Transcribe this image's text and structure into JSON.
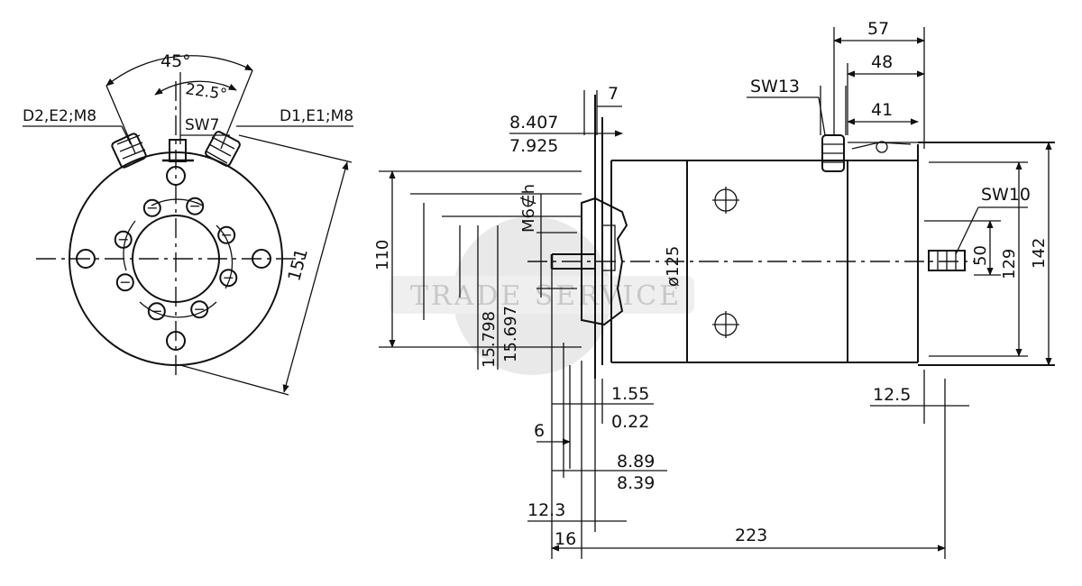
{
  "watermark": "TRADE SERVICE",
  "front_view": {
    "angle_45": "45°",
    "angle_22_5": "22.5°",
    "terminal_left": "D2,E2;M8",
    "terminal_right": "D1,E1;M8",
    "wrench_center": "SW7",
    "diameter_151": "151"
  },
  "side_view": {
    "dim_57": "57",
    "dim_48": "48",
    "dim_41": "41",
    "wrench_13": "SW13",
    "wrench_10": "SW10",
    "dim_7": "7",
    "dim_8_407": "8.407",
    "dim_7_925": "7.925",
    "dim_110": "110",
    "thread_m6": "M6∉h",
    "dim_15_798": "15.798",
    "dim_15_697": "15.697",
    "dia_125": "ø125",
    "dim_50": "50",
    "dim_129": "129",
    "dim_142": "142",
    "dim_1_55": "1.55",
    "dim_0_22": "0.22",
    "dim_6": "6",
    "dim_8_89": "8.89",
    "dim_8_39": "8.39",
    "dim_12_3": "12.3",
    "dim_16": "16",
    "dim_223": "223",
    "dim_12_5": "12.5"
  }
}
